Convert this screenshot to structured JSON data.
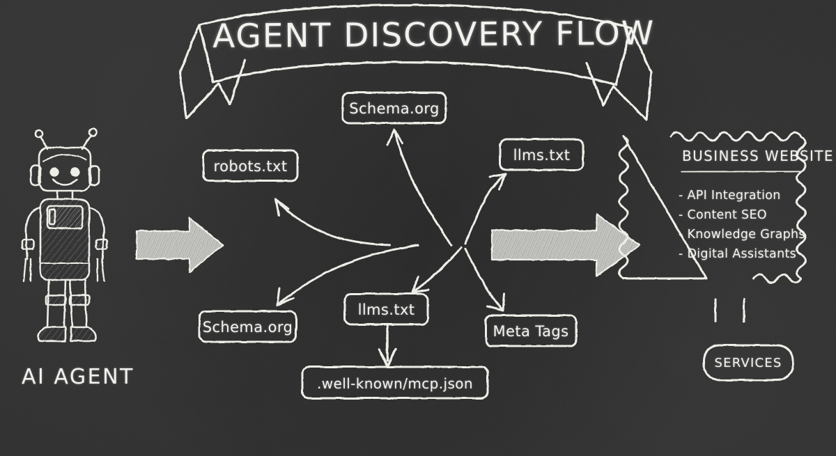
{
  "title_banner": {
    "text": "AGENT DISCOVERY FLOW"
  },
  "agent": {
    "label": "AI AGENT",
    "icon": "robot-icon"
  },
  "nodes": [
    {
      "id": "schema-top",
      "label": "Schema.org"
    },
    {
      "id": "robots",
      "label": "robots.txt"
    },
    {
      "id": "llms-top",
      "label": "llms.txt"
    },
    {
      "id": "schema-bottom",
      "label": "Schema.org"
    },
    {
      "id": "llms-bottom",
      "label": "llms.txt"
    },
    {
      "id": "meta-tags",
      "label": "Meta Tags"
    },
    {
      "id": "mcp-json",
      "label": ".well-known/mcp.json"
    }
  ],
  "business": {
    "title": "BUSINESS WEBSITE",
    "items": [
      "- API Integration",
      "- Content SEO",
      "- Knowledge Graphs",
      "- Digital Assistants"
    ]
  },
  "services": {
    "label": "SERVICES"
  },
  "arrows": {
    "agent_to_hub": "thick-right-arrow",
    "hub_to_business": "thick-right-arrow"
  },
  "colors": {
    "board": "#2c2c2c",
    "chalk": "#f2f2ee",
    "chalk_dim": "#d8d8d2"
  }
}
